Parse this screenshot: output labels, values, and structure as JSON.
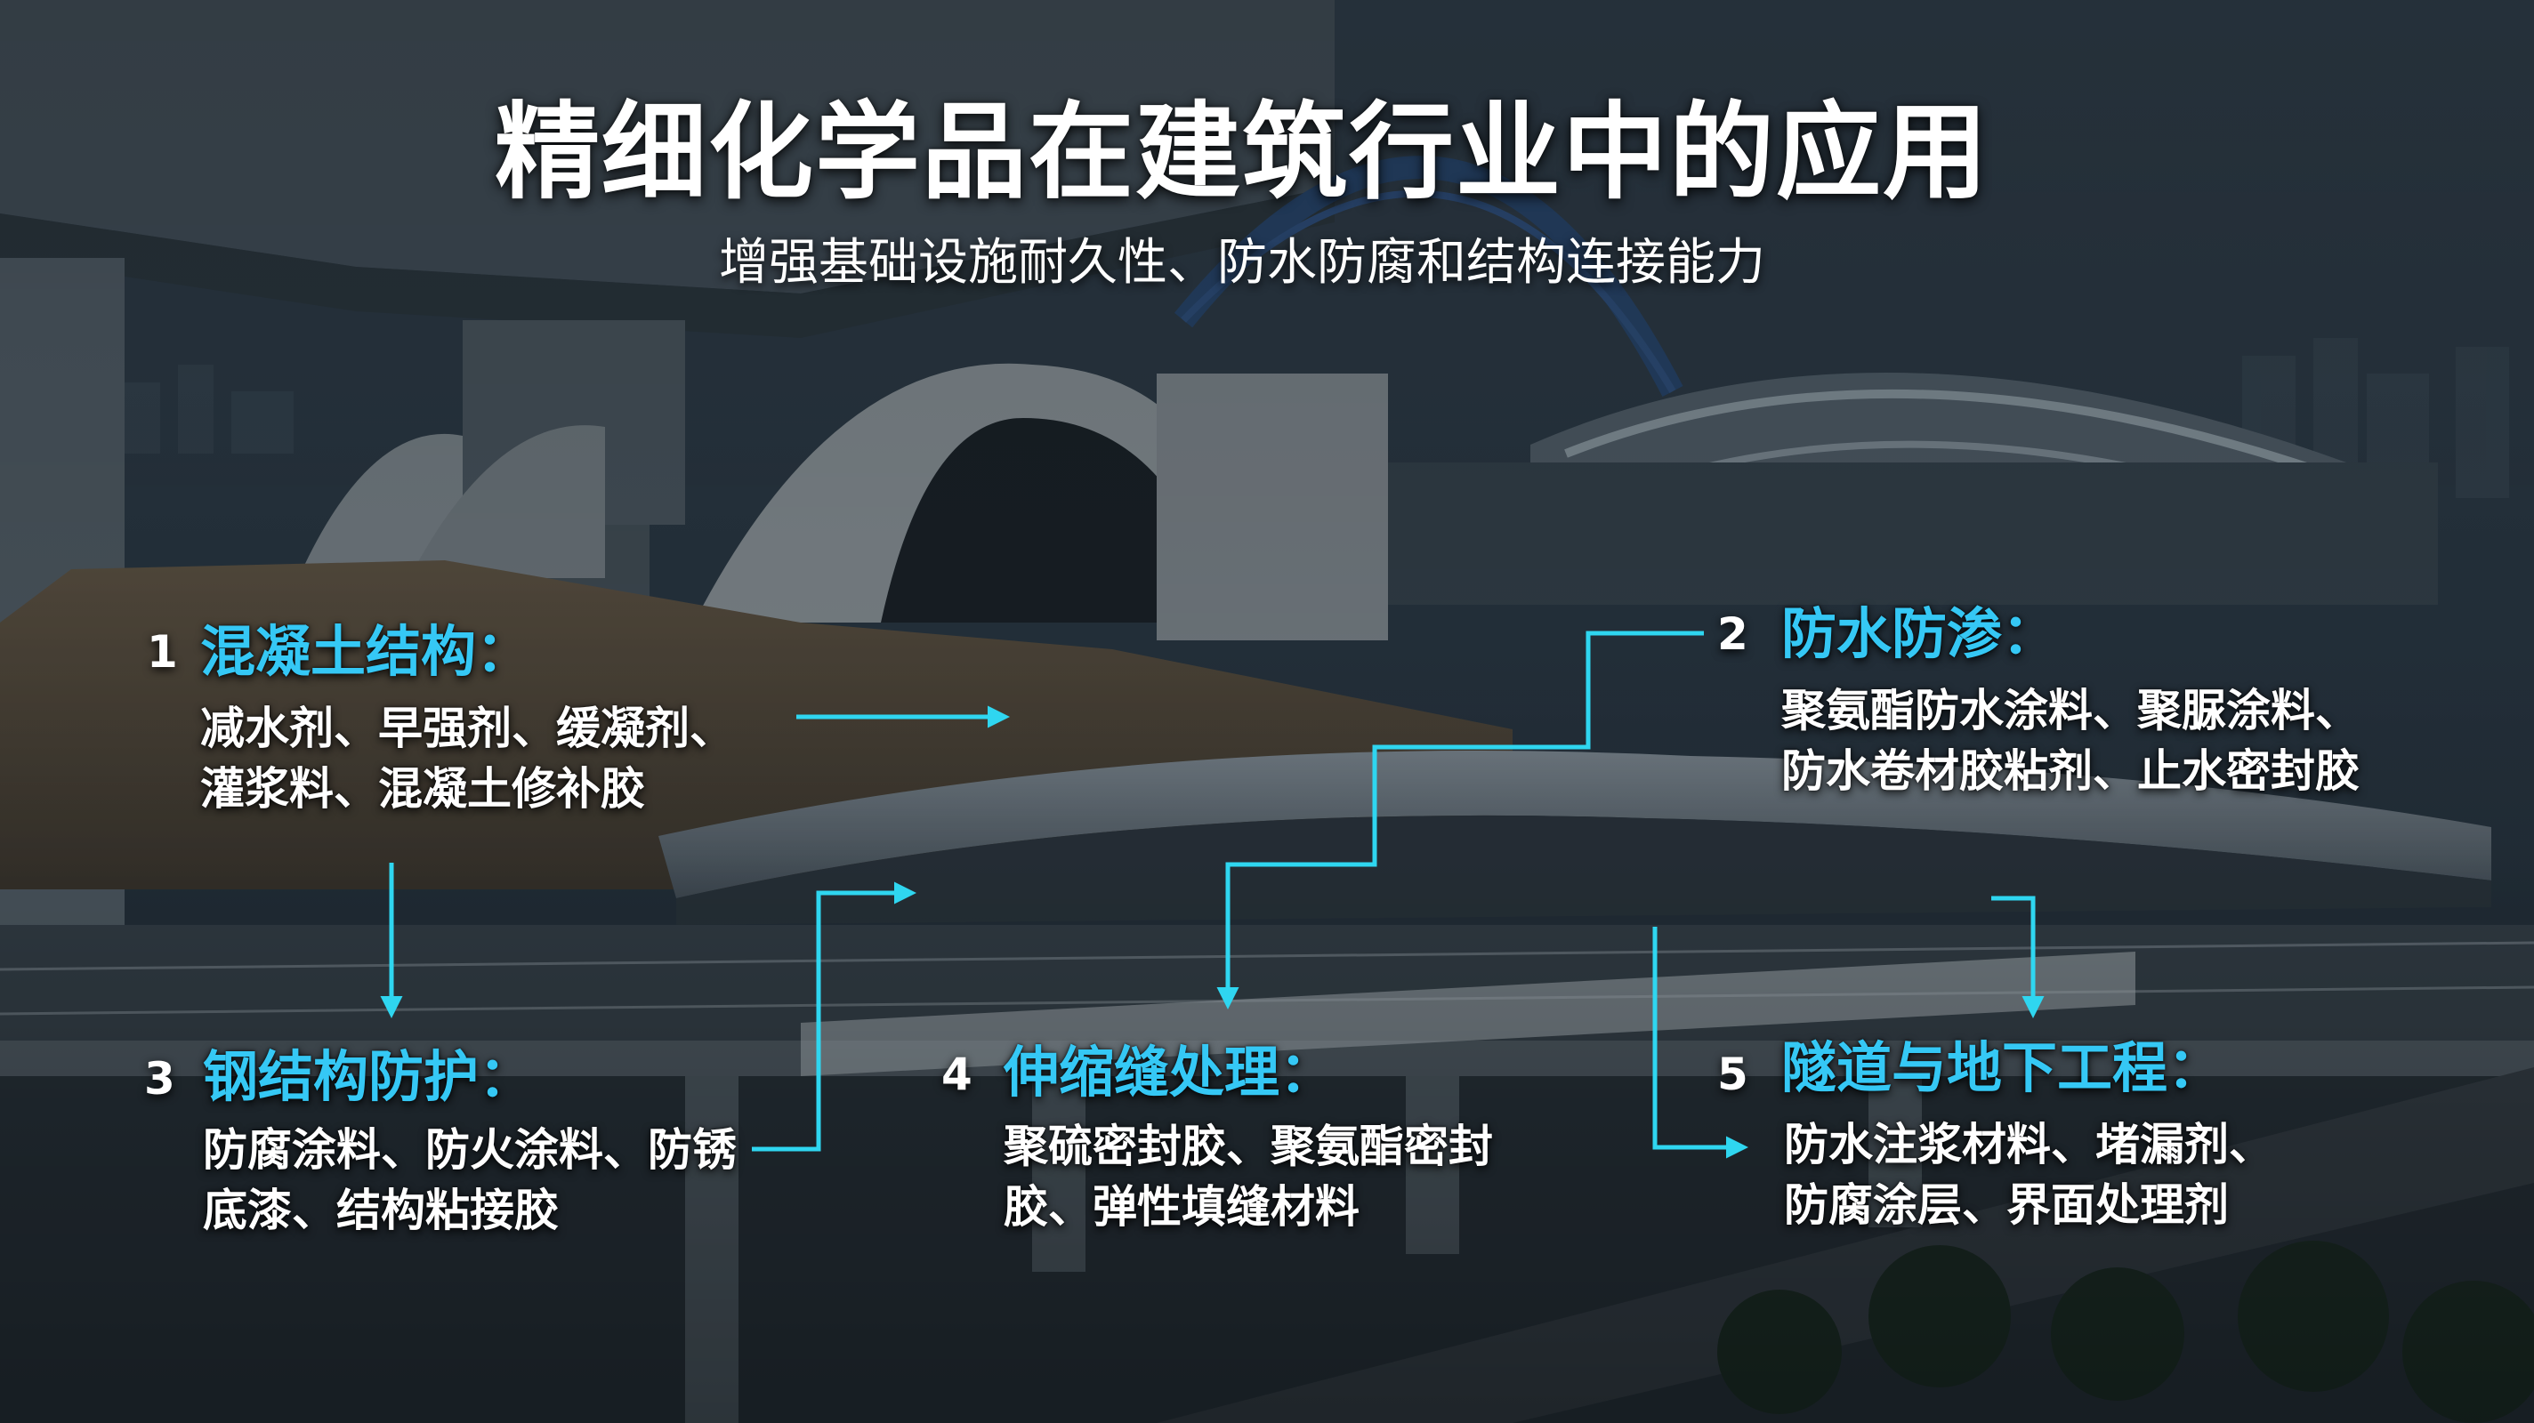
{
  "title": "精细化学品在建筑行业中的应用",
  "subtitle": "增强基础设施耐久性、防水防腐和结构连接能力",
  "colors": {
    "accent": "#35c8f5",
    "arrow": "#2fd6f0",
    "text": "#ffffff"
  },
  "items": [
    {
      "number": "1",
      "heading": "混凝土结构：",
      "lines": [
        "减水剂、早强剂、缓凝剂、",
        "灌浆料、混凝土修补胶"
      ]
    },
    {
      "number": "2",
      "heading": "防水防渗：",
      "lines": [
        "聚氨酯防水涂料、聚脲涂料、",
        "防水卷材胶粘剂、止水密封胶"
      ]
    },
    {
      "number": "3",
      "heading": "钢结构防护：",
      "lines": [
        "防腐涂料、防火涂料、防锈",
        "底漆、结构粘接胶"
      ]
    },
    {
      "number": "4",
      "heading": "伸缩缝处理：",
      "lines": [
        "聚硫密封胶、聚氨酯密封",
        "胶、弹性填缝材料"
      ]
    },
    {
      "number": "5",
      "heading": "隧道与地下工程：",
      "lines": [
        "防水注浆材料、堵漏剂、",
        "防腐涂层、界面处理剂"
      ]
    }
  ]
}
